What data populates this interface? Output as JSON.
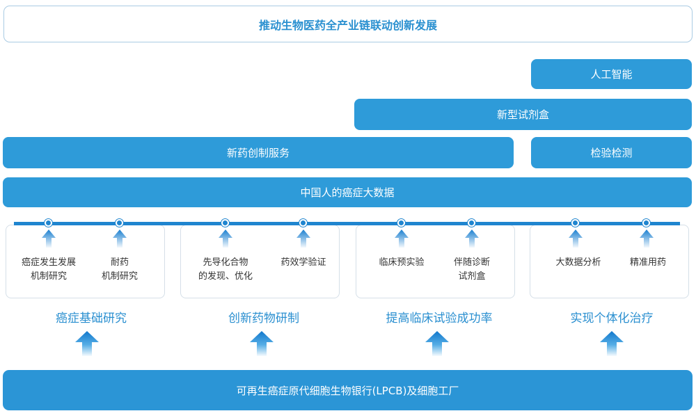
{
  "header": {
    "title": "推动生物医药全产业链联动创新发展"
  },
  "bars": {
    "ai": "人工智能",
    "kit": "新型试剂盒",
    "drug_service": "新药创制服务",
    "testing": "检验检测",
    "bigdata": "中国人的癌症大数据"
  },
  "sections": [
    {
      "label": "癌症基础研究",
      "items": [
        "癌症发生发展\n机制研究",
        "耐药\n机制研究"
      ]
    },
    {
      "label": "创新药物研制",
      "items": [
        "先导化合物\n的发现、优化",
        "药效学验证"
      ]
    },
    {
      "label": "提高临床试验成功率",
      "items": [
        "临床预实验",
        "伴随诊断\n试剂盒"
      ]
    },
    {
      "label": "实现个体化治疗",
      "items": [
        "大数据分析",
        "精准用药"
      ]
    }
  ],
  "footer": {
    "label": "可再生癌症原代细胞生物银行(LPCB)及细胞工厂"
  },
  "colors": {
    "primary": "#2e9bd9",
    "timeline": "#1f85cf",
    "label": "#2a8fd0"
  }
}
